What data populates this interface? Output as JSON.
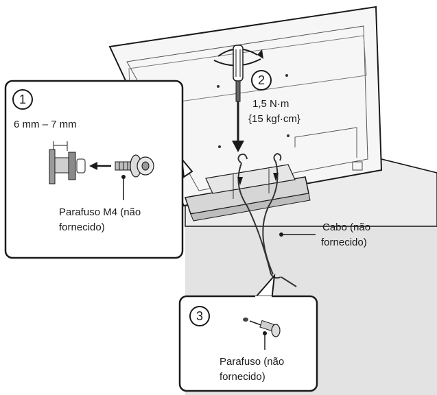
{
  "steps": {
    "step1": {
      "number": "1",
      "dimension": "6 mm – 7 mm",
      "screw_label_line1": "Parafuso M4 (não",
      "screw_label_line2": "fornecido)"
    },
    "step2": {
      "number": "2",
      "torque_line1": "1,5 N·m",
      "torque_line2": "{15 kgf·cm}"
    },
    "step3": {
      "number": "3",
      "screw_label_line1": "Parafuso (não",
      "screw_label_line2": "fornecido)"
    }
  },
  "cable": {
    "label_line1": "Cabo (não",
    "label_line2": "fornecido)"
  },
  "colors": {
    "line": "#1a1a1a",
    "tv_back": "#f4f4f4",
    "table": "#ececec",
    "table_side": "#dcdcdc",
    "metal": "#8a8a8a"
  }
}
